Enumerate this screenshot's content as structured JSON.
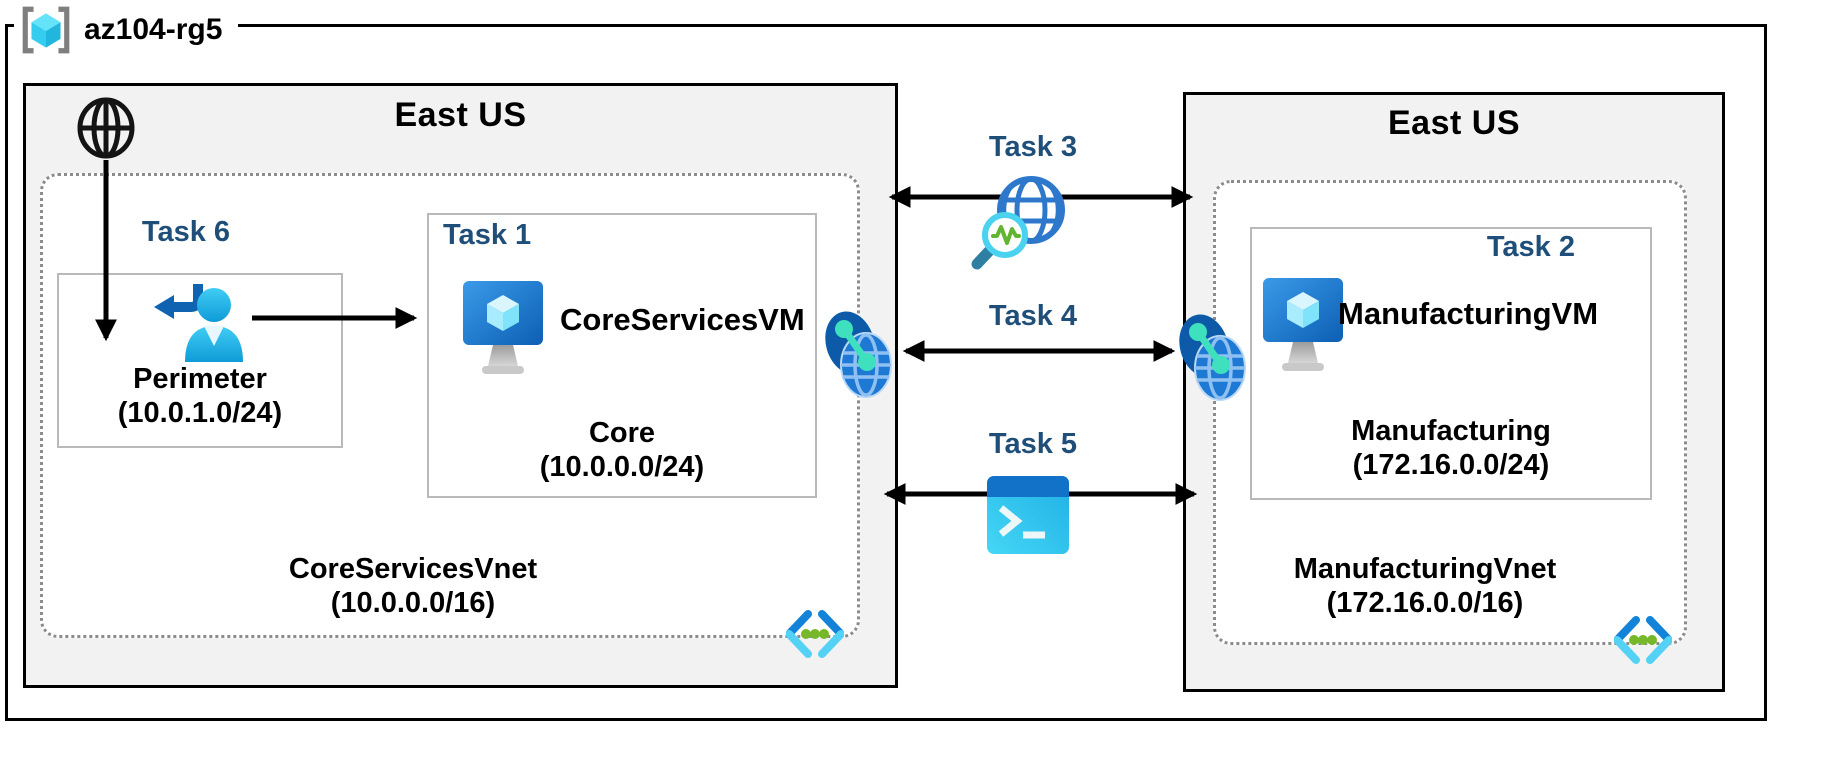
{
  "resource_group": {
    "name": "az104-rg5"
  },
  "regions": {
    "left": {
      "title": "East US"
    },
    "right": {
      "title": "East US"
    }
  },
  "core_vnet": {
    "name": "CoreServicesVnet",
    "cidr": "(10.0.0.0/16)",
    "perimeter_subnet": {
      "task": "Task 6",
      "name": "Perimeter",
      "cidr": "(10.0.1.0/24)"
    },
    "core_subnet": {
      "task": "Task 1",
      "vm_name": "CoreServicesVM",
      "name": "Core",
      "cidr": "(10.0.0.0/24)"
    }
  },
  "manufacturing_vnet": {
    "name": "ManufacturingVnet",
    "cidr": "(172.16.0.0/16)",
    "manufacturing_subnet": {
      "task": "Task 2",
      "vm_name": "ManufacturingVM",
      "name": "Manufacturing",
      "cidr": "(172.16.0.0/24)"
    }
  },
  "connections": {
    "task3": {
      "label": "Task 3",
      "icon": "network-watcher-icon"
    },
    "task4": {
      "label": "Task 4",
      "icon": "vnet-peering-icon"
    },
    "task5": {
      "label": "Task 5",
      "icon": "powershell-icon"
    }
  },
  "colors": {
    "task_label": "#1F4E79",
    "region_fill": "#F2F2F2",
    "arrow": "#000000",
    "azure_blue": "#1283D8",
    "azure_cyan": "#54D2F5"
  }
}
